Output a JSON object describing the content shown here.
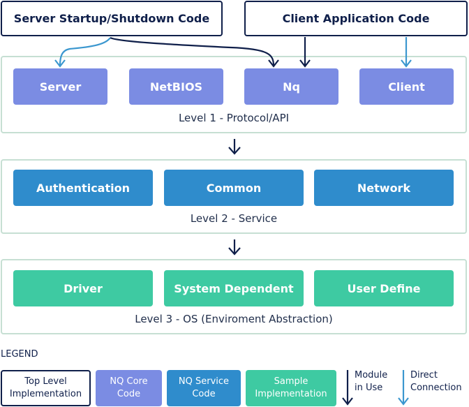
{
  "top": {
    "server_startup": "Server Startup/Shutdown Code",
    "client_app": "Client Application Code"
  },
  "level1": {
    "label": "Level 1 - Protocol/API",
    "modules": [
      "Server",
      "NetBIOS",
      "Nq",
      "Client"
    ]
  },
  "level2": {
    "label": "Level 2 - Service",
    "modules": [
      "Authentication",
      "Common",
      "Network"
    ]
  },
  "level3": {
    "label": "Level 3 - OS (Enviroment Abstraction)",
    "modules": [
      "Driver",
      "System Dependent",
      "User Define"
    ]
  },
  "legend": {
    "title": "LEGEND",
    "top_level": "Top Level\nImplementation",
    "nq_core": "NQ Core\nCode",
    "nq_service": "NQ Service\nCode",
    "sample": "Sample\nImplementation",
    "module_in_use": "Module\nin Use",
    "direct_connection": "Direct\nConnection"
  },
  "colors": {
    "dark_navy": "#0f1f4a",
    "core_blue": "#7b8ce3",
    "service_blue": "#2f8ccc",
    "sample_green": "#3ecaa2",
    "direct_arrow": "#3b97cf",
    "level_border": "#c6dfd3"
  }
}
